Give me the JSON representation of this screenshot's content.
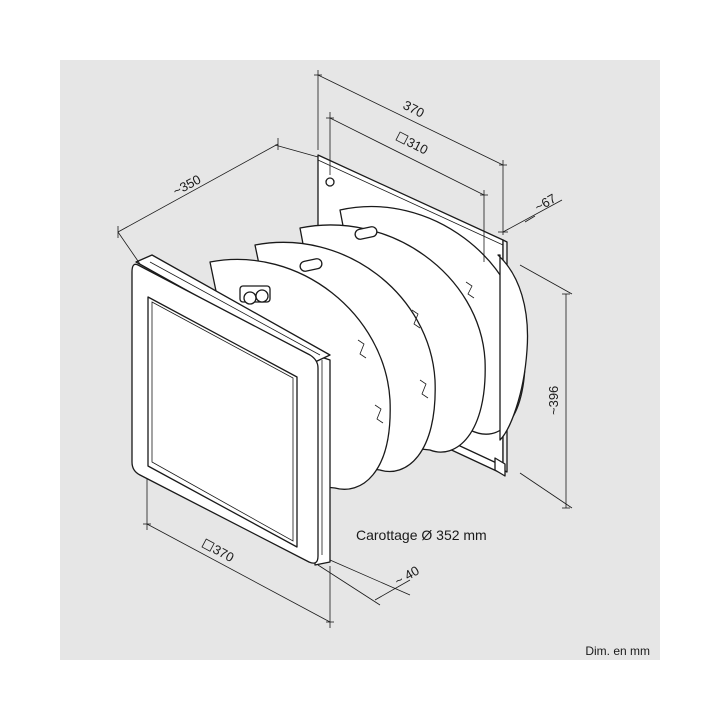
{
  "dimensions": {
    "depth_total": "~350",
    "plate_width": "370",
    "plate_hole_spacing": "310",
    "plate_offset": "~67",
    "height": "~396",
    "front_width": "370",
    "front_depth": "~ 40"
  },
  "note": "Carottage Ø 352 mm",
  "units_note": "Dim. en mm",
  "colors": {
    "background": "#e6e6e6",
    "line": "#1a1a1a",
    "part": "#ffffff"
  },
  "symbols": {
    "square": "square-symbol"
  }
}
